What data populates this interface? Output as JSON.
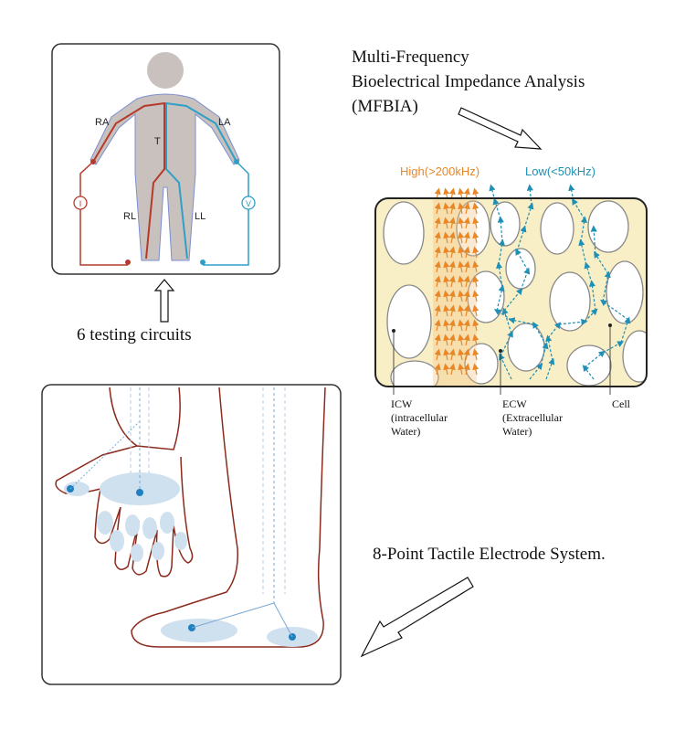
{
  "body_panel": {
    "labels": {
      "ra": "RA",
      "la": "LA",
      "t": "T",
      "rl": "RL",
      "ll": "LL"
    },
    "current_source_symbol": "I",
    "voltmeter_symbol": "V",
    "caption": "6 testing circuits"
  },
  "mfbia": {
    "title_lines": [
      "Multi-Frequency",
      "Bioelectrical Impedance Analysis",
      "(MFBIA)"
    ],
    "high_label": "High(>200kHz)",
    "low_label": "Low(<50kHz)",
    "icw_lines": [
      "ICW",
      "(intracellular",
      "Water)"
    ],
    "ecw_lines": [
      "ECW",
      "(Extracellular",
      "Water)"
    ],
    "cell_label": "Cell"
  },
  "electrode_panel": {
    "caption": "8-Point Tactile Electrode System."
  },
  "colors": {
    "skin": "#c9c1bd",
    "right_circuit": "#b53a2b",
    "left_circuit": "#2f9fc8",
    "high_freq": "#e8862a",
    "low_freq": "#1f8fb5",
    "tissue": "#f8efc6",
    "electrode_pad": "#cfe0ef",
    "electrode_dot": "#1f7fc0"
  }
}
